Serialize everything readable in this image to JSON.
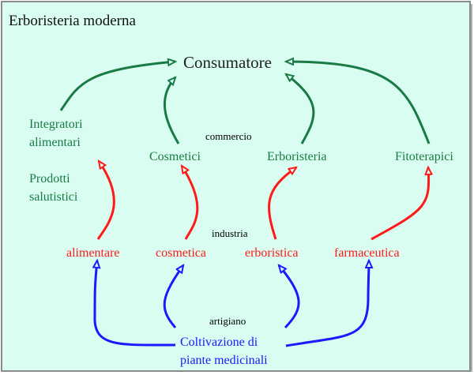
{
  "title": "Erboristeria moderna",
  "consumer": "Consumatore",
  "tiers": {
    "commercio": "commercio",
    "industria": "industria",
    "artigiano": "artigiano"
  },
  "commerce_nodes": {
    "integratori_line1": "Integratori",
    "integratori_line2": "alimentari",
    "prodotti_line1": "Prodotti",
    "prodotti_line2": "salutistici",
    "cosmetici": "Cosmetici",
    "erboristeria": "Erboristeria",
    "fitoterapici": "Fitoterapici"
  },
  "industry_nodes": {
    "alimentare": "alimentare",
    "cosmetica": "cosmetica",
    "erboristica": "erboristica",
    "farmaceutica": "farmaceutica"
  },
  "source": {
    "line1": "Coltivazione di",
    "line2": "piante medicinali"
  },
  "colors": {
    "background": "#d9fdf0",
    "commerce": "#1a7a45",
    "industry": "#ff1a1a",
    "artisan": "#1a1aff"
  },
  "edges": [
    {
      "from": "Integratori alimentari",
      "to": "Consumatore",
      "color": "commerce"
    },
    {
      "from": "Cosmetici",
      "to": "Consumatore",
      "color": "commerce"
    },
    {
      "from": "Erboristeria",
      "to": "Consumatore",
      "color": "commerce"
    },
    {
      "from": "Fitoterapici",
      "to": "Consumatore",
      "color": "commerce"
    },
    {
      "from": "alimentare",
      "to": "Integratori alimentari / Prodotti salutistici",
      "color": "industry"
    },
    {
      "from": "cosmetica",
      "to": "Cosmetici",
      "color": "industry"
    },
    {
      "from": "erboristica",
      "to": "Erboristeria",
      "color": "industry"
    },
    {
      "from": "farmaceutica",
      "to": "Fitoterapici",
      "color": "industry"
    },
    {
      "from": "Coltivazione di piante medicinali",
      "to": "alimentare",
      "color": "artisan"
    },
    {
      "from": "Coltivazione di piante medicinali",
      "to": "cosmetica",
      "color": "artisan"
    },
    {
      "from": "Coltivazione di piante medicinali",
      "to": "erboristica",
      "color": "artisan"
    },
    {
      "from": "Coltivazione di piante medicinali",
      "to": "farmaceutica",
      "color": "artisan"
    }
  ]
}
